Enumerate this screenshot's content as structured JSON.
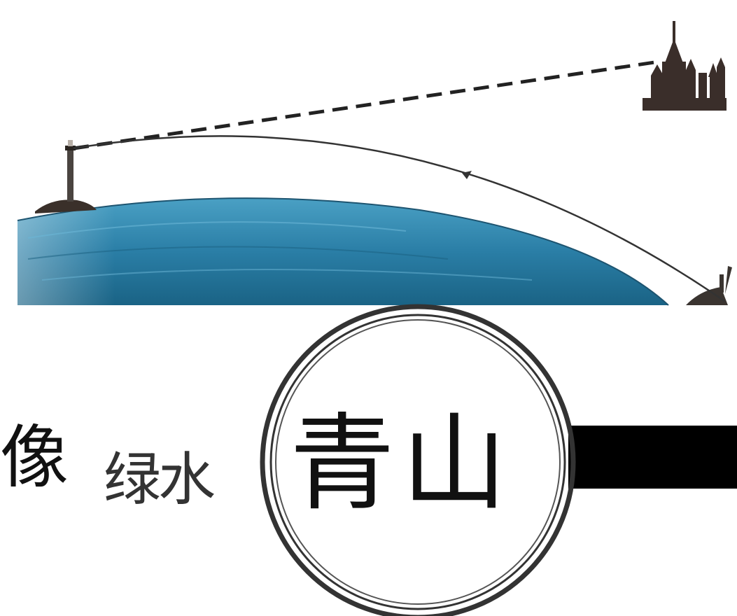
{
  "diagram": {
    "colors": {
      "sea_deep": "#1f6e92",
      "sea_light": "#4aa0c4",
      "light_path": "#222222",
      "sightline": "#222222",
      "magnifier_ring": "#222222",
      "handle": "#000000"
    },
    "icons": [
      "lighthouse-icon",
      "city-skyline-icon",
      "observer-icon",
      "magnifier-icon"
    ]
  },
  "caption": {
    "left_char": "像",
    "small_text": "绿水",
    "big_text": "青山"
  }
}
